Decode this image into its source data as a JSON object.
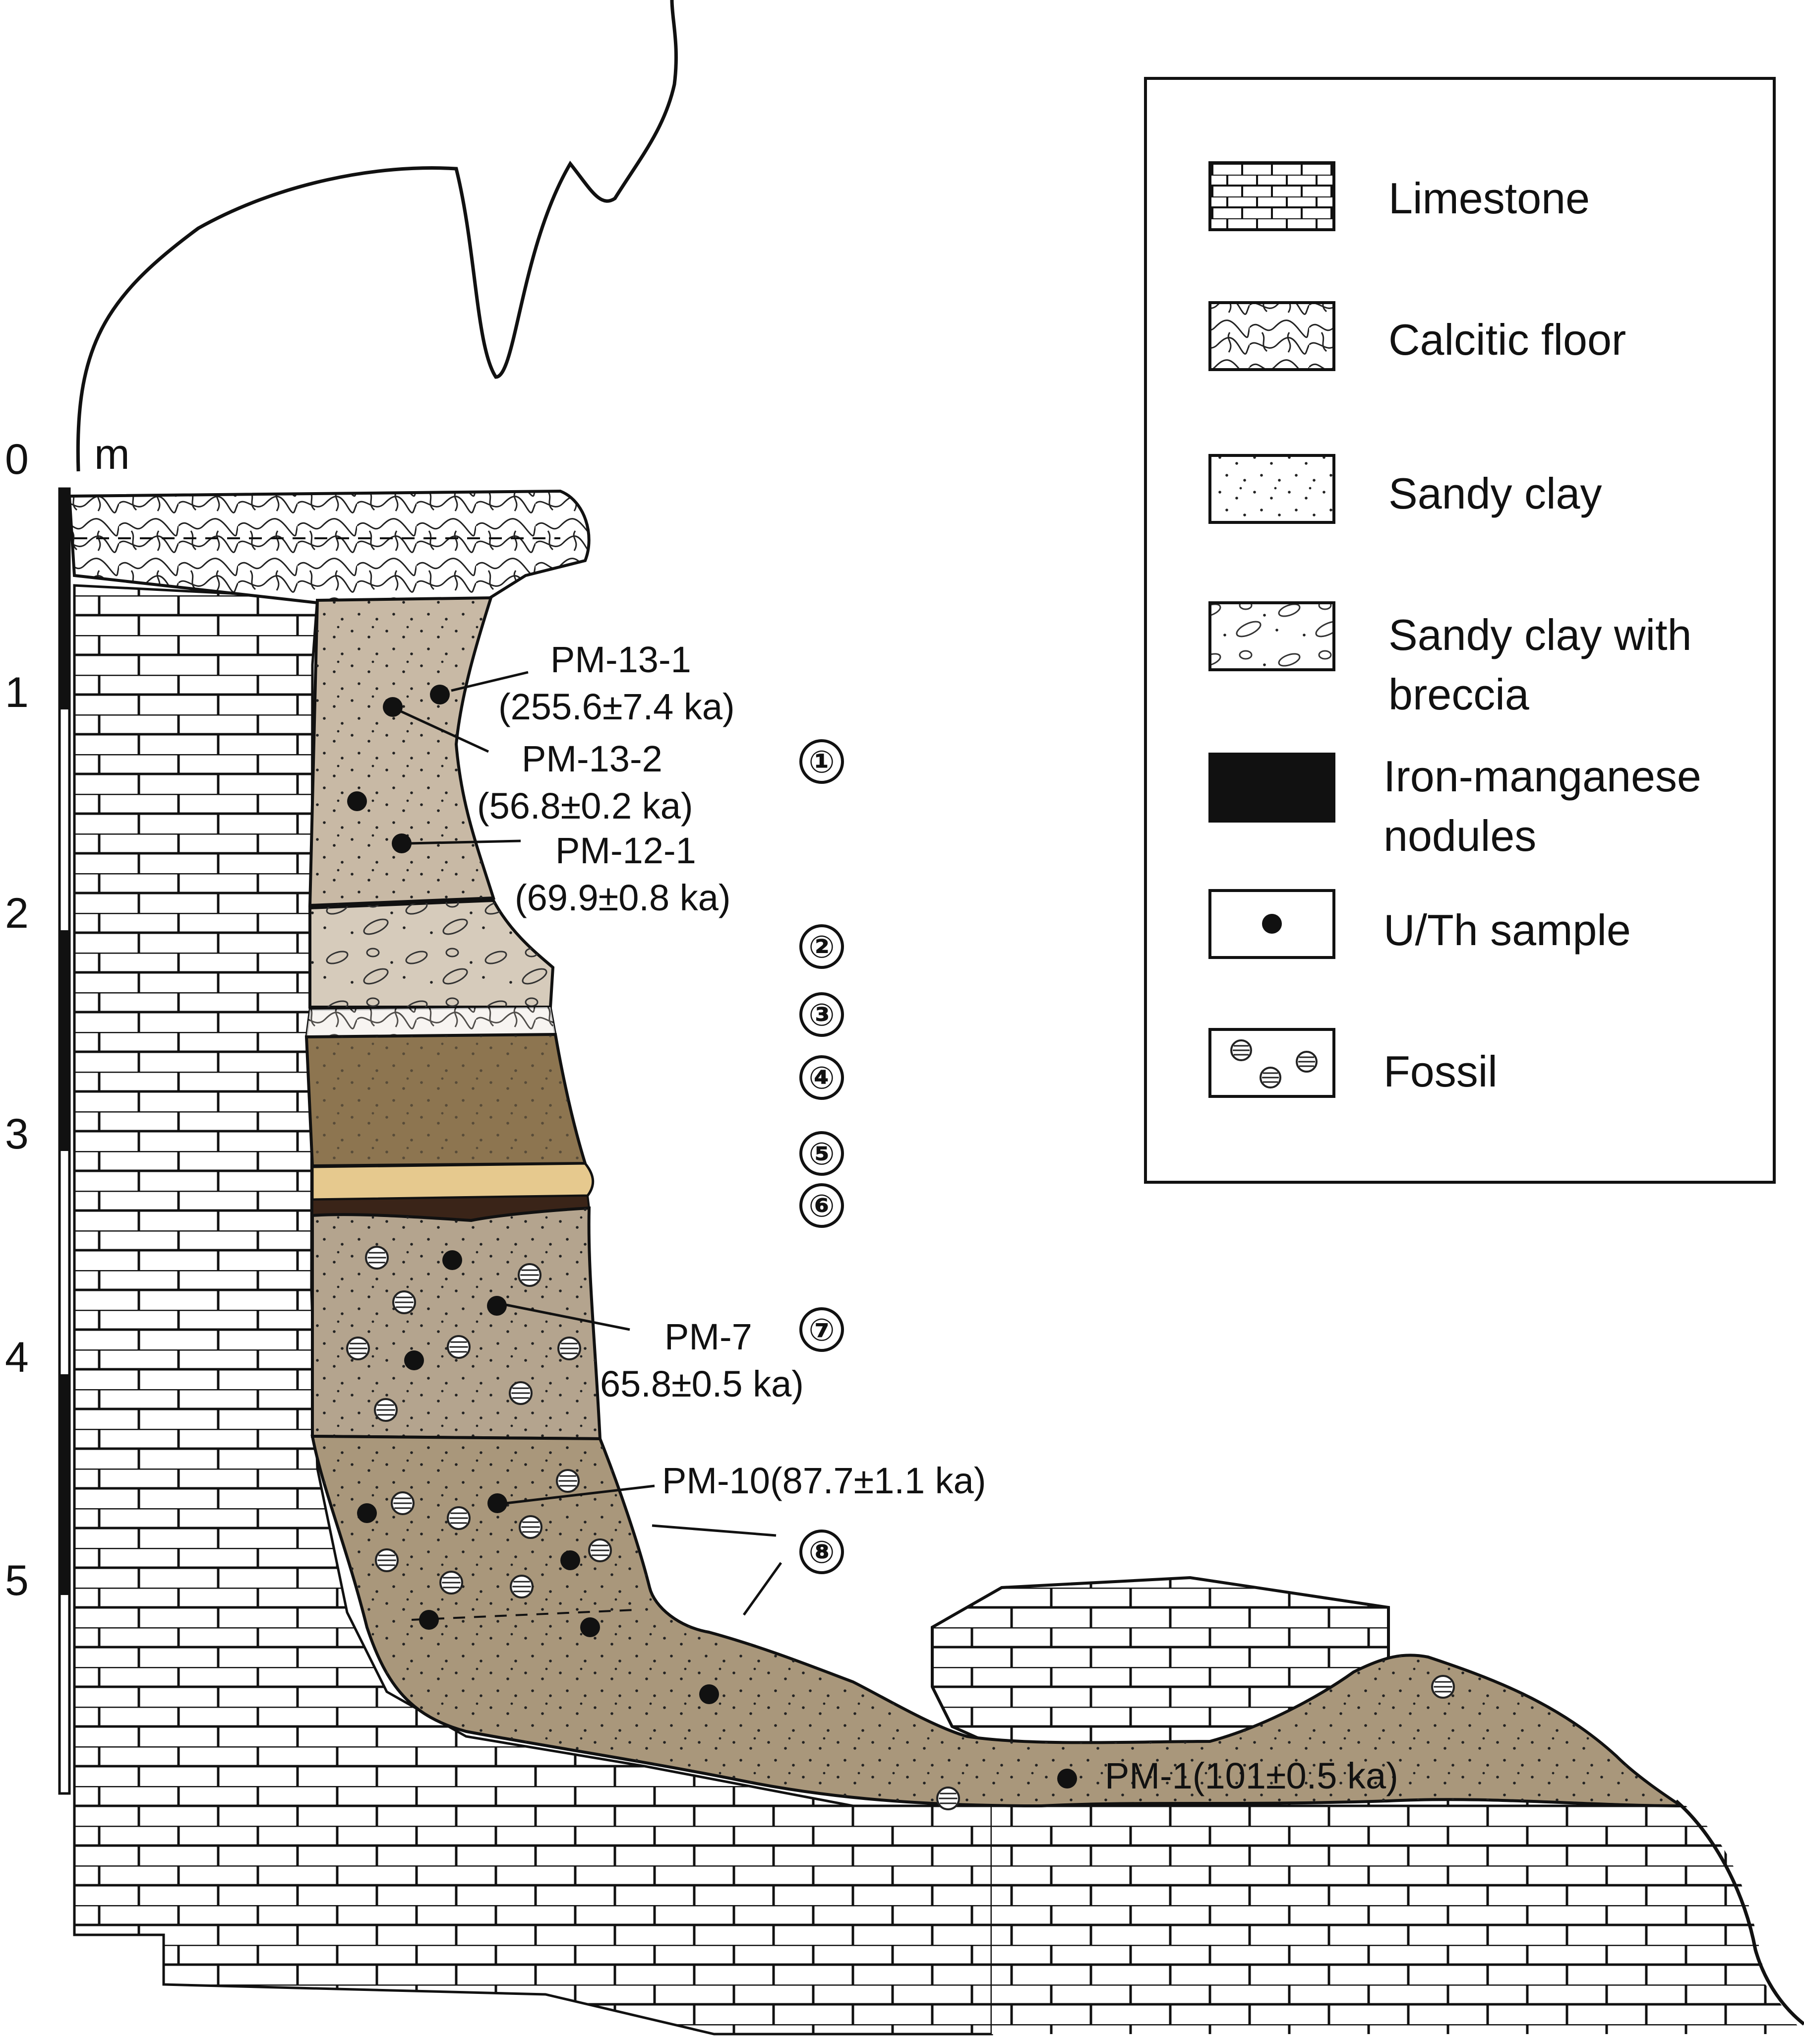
{
  "scale": {
    "unit": "m",
    "ticks": [
      "0",
      "1",
      "2",
      "3",
      "4",
      "5"
    ]
  },
  "layers": [
    "①",
    "②",
    "③",
    "④",
    "⑤",
    "⑥",
    "⑦",
    "⑧"
  ],
  "samples": [
    {
      "id": "PM-13-1",
      "age": "(255.6±7.4 ka)"
    },
    {
      "id": "PM-13-2",
      "age": "(56.8±0.2 ka)"
    },
    {
      "id": "PM-12-1",
      "age": "(69.9±0.8 ka)"
    },
    {
      "id": "PM-7",
      "age": "65.8±0.5 ka)"
    },
    {
      "id": "PM-10(87.7±1.1 ka)"
    },
    {
      "id": "PM-1(101±0.5 ka)"
    }
  ],
  "legend": {
    "items": [
      {
        "key": "limestone",
        "label": "Limestone"
      },
      {
        "key": "calcitic_floor",
        "label": "Calcitic floor"
      },
      {
        "key": "sandy_clay",
        "label": "Sandy clay"
      },
      {
        "key": "sandy_clay_breccia",
        "label": "Sandy clay with",
        "label2": "breccia"
      },
      {
        "key": "iron_manganese",
        "label": "Iron-manganese",
        "label2": " nodules"
      },
      {
        "key": "uth_sample",
        "label": "U/Th sample"
      },
      {
        "key": "fossil",
        "label": "Fossil"
      }
    ]
  },
  "colors": {
    "sandy_clay_light": "#c8b9a5",
    "breccia": "#d6cbbb",
    "layer4": "#8d7550",
    "layer5": "#e6c98e",
    "layer6": "#3a2418",
    "layer7": "#b4a48e",
    "layer8": "#a9977b"
  }
}
